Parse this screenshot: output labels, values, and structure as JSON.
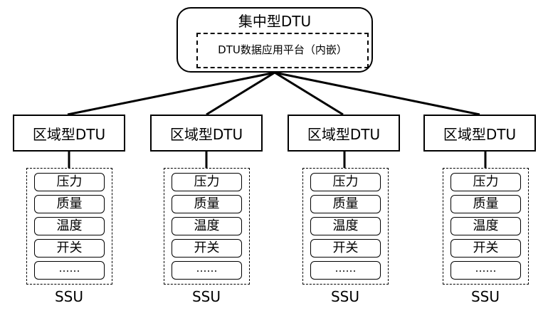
{
  "central": {
    "title": "集中型DTU",
    "platform": "DTU数据应用平台（内嵌）"
  },
  "regional_label": "区域型DTU",
  "ssu_label": "SSU",
  "sensors": [
    "压力",
    "质量",
    "温度",
    "开关",
    "……"
  ],
  "groups": [
    {
      "regional": "区域型DTU",
      "sensors": [
        "压力",
        "质量",
        "温度",
        "开关",
        "……"
      ],
      "ssu": "SSU"
    },
    {
      "regional": "区域型DTU",
      "sensors": [
        "压力",
        "质量",
        "温度",
        "开关",
        "……"
      ],
      "ssu": "SSU"
    },
    {
      "regional": "区域型DTU",
      "sensors": [
        "压力",
        "质量",
        "温度",
        "开关",
        "……"
      ],
      "ssu": "SSU"
    },
    {
      "regional": "区域型DTU",
      "sensors": [
        "压力",
        "质量",
        "温度",
        "开关",
        "……"
      ],
      "ssu": "SSU"
    }
  ],
  "colors": {
    "stroke": "#000000",
    "background": "#ffffff"
  }
}
